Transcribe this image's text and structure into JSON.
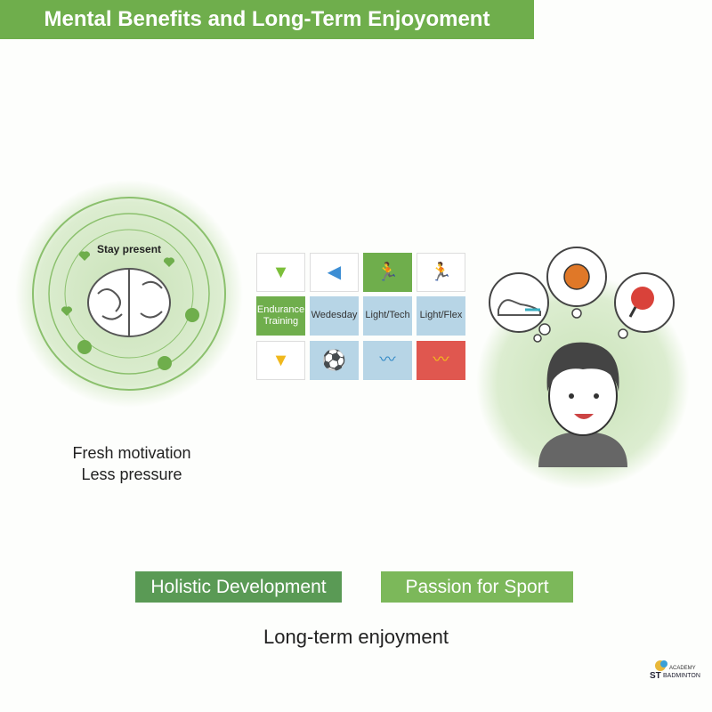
{
  "title": "Mental Benefits and Long-Term Enjoyoment",
  "brain": {
    "label": "Stay present",
    "lines": [
      "Fresh motivation",
      "Less pressure"
    ]
  },
  "grid": [
    [
      {
        "icon": "shuttlecock-green-icon"
      },
      {
        "icon": "shuttlecock-blue-icon"
      },
      {
        "icon": "runner-icon"
      },
      {
        "icon": "runner-icon"
      }
    ],
    [
      {
        "label": "Endurance Training"
      },
      {
        "label": "Wedesday"
      },
      {
        "label": "Light/Tech"
      },
      {
        "label": "Light/Flex"
      }
    ],
    [
      {
        "icon": "shuttlecock-yellow-icon"
      },
      {
        "icon": "soccer-ball-icon"
      },
      {
        "icon": "swimmer-icon"
      },
      {
        "icon": "swimmer-icon"
      }
    ]
  ],
  "thoughts": [
    "sneaker-icon",
    "basketball-icon",
    "ping-pong-icon"
  ],
  "buttons": {
    "holistic": "Holistic Development",
    "passion": "Passion for Sport"
  },
  "footer": "Long-term enjoyment",
  "logo": "ST ACADEMY BADMINTON",
  "colors": {
    "green": "#6fae4c",
    "dark_green": "#5a9a55",
    "blue": "#b7d5e6",
    "red": "#e0574f"
  }
}
